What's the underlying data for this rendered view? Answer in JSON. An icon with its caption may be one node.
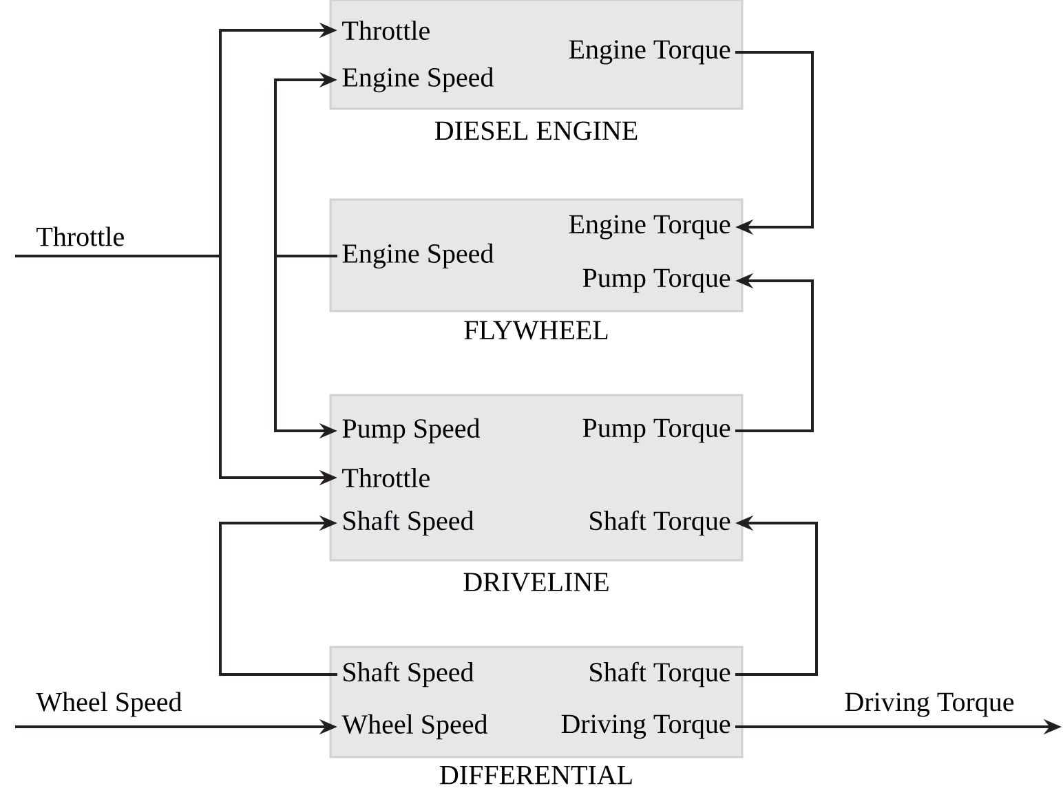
{
  "diagram": {
    "nodes": [
      {
        "text": [
          "DIESEL ENGINE"
        ]
      },
      {
        "text": [
          "Throttle"
        ],
        "in": 0
      },
      {
        "text": [
          "Engine Speed"
        ],
        "in": 0
      },
      {
        "text": [
          "Engine Torque"
        ],
        "in": 0
      },
      {
        "text": [
          "FLYWHEEL"
        ]
      },
      {
        "text": [
          "Engine Torque"
        ],
        "in": 4
      },
      {
        "text": [
          "Engine Speed"
        ],
        "in": 4
      },
      {
        "text": [
          "Pump Torque"
        ],
        "in": 4
      },
      {
        "text": [
          "DRIVELINE"
        ]
      },
      {
        "text": [
          "Pump Speed"
        ],
        "in": 8
      },
      {
        "text": [
          "Pump Torque"
        ],
        "in": 8
      },
      {
        "text": [
          "Throttle"
        ],
        "in": 8
      },
      {
        "text": [
          "Shaft Speed"
        ],
        "in": 8
      },
      {
        "text": [
          "Shaft Torque"
        ],
        "in": 8
      },
      {
        "text": [
          "DIFFERENTIAL"
        ]
      },
      {
        "text": [
          "Shaft Speed"
        ],
        "in": 14
      },
      {
        "text": [
          "Shaft Torque"
        ],
        "in": 14
      },
      {
        "text": [
          "Wheel Speed"
        ],
        "in": 14
      },
      {
        "text": [
          "Driving Torque"
        ],
        "in": 14
      }
    ],
    "edges": [
      {
        "from": null,
        "to": 1,
        "arrow": "to",
        "label": "Throttle"
      },
      {
        "from": null,
        "to": 11,
        "arrow": "to"
      },
      {
        "from": 6,
        "to": 2,
        "arrow": "to"
      },
      {
        "from": 6,
        "to": 9,
        "arrow": "to"
      },
      {
        "from": 3,
        "to": 5,
        "arrow": "to"
      },
      {
        "from": 10,
        "to": 7,
        "arrow": "to"
      },
      {
        "from": 15,
        "to": 12,
        "arrow": "to"
      },
      {
        "from": 16,
        "to": 13,
        "arrow": "to"
      },
      {
        "from": null,
        "to": 17,
        "arrow": "to",
        "label": "Wheel Speed"
      },
      {
        "from": 18,
        "to": null,
        "arrow": "to",
        "label": "Driving Torque"
      }
    ]
  }
}
